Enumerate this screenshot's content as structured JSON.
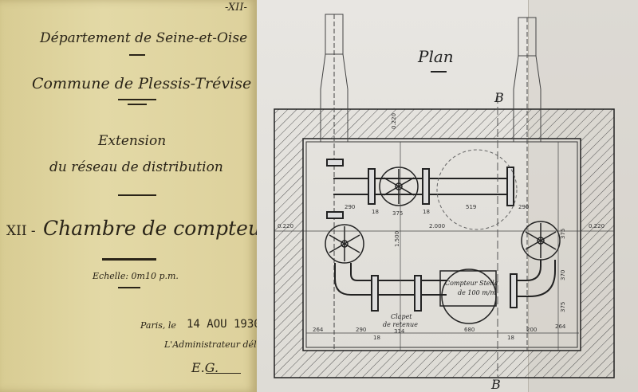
{
  "sheet_number": "-XII-",
  "departement": "Département de Seine-et-Oise",
  "commune": "Commune de Plessis-Trévise",
  "title_line1": "Extension",
  "title_line2": "du réseau de distribution",
  "chamber_prefix": "XII -",
  "chamber_title": "Chambre de compteur",
  "scale": "Echelle: 0m10 p.m.",
  "place": "Paris, le",
  "date_stamp": "14 AOU 1930",
  "signatory": "L'Administrateur délégué:",
  "signature": "E.G.",
  "plan_title": "Plan",
  "section_mark_top": "B",
  "section_mark_bottom": "B",
  "meter_label_1": "Compteur Stella",
  "meter_label_2": "de 100 m/m",
  "valve_label_1": "Clapet",
  "valve_label_2": "de retenue",
  "dims": {
    "d1": "0.220",
    "d2": "0.220",
    "d3": "0.220",
    "d4": "290",
    "d5": "375",
    "d6": "519",
    "d7": "290",
    "d8": "2.000",
    "d9": "1.500",
    "d10": "375",
    "d11": "370",
    "d12": "375",
    "d13": "264",
    "d14": "290",
    "d15": "314",
    "d16": "680",
    "d17": "200",
    "d18": "264",
    "d19": "18",
    "d20": "18",
    "d21": "18",
    "d22": "18"
  }
}
